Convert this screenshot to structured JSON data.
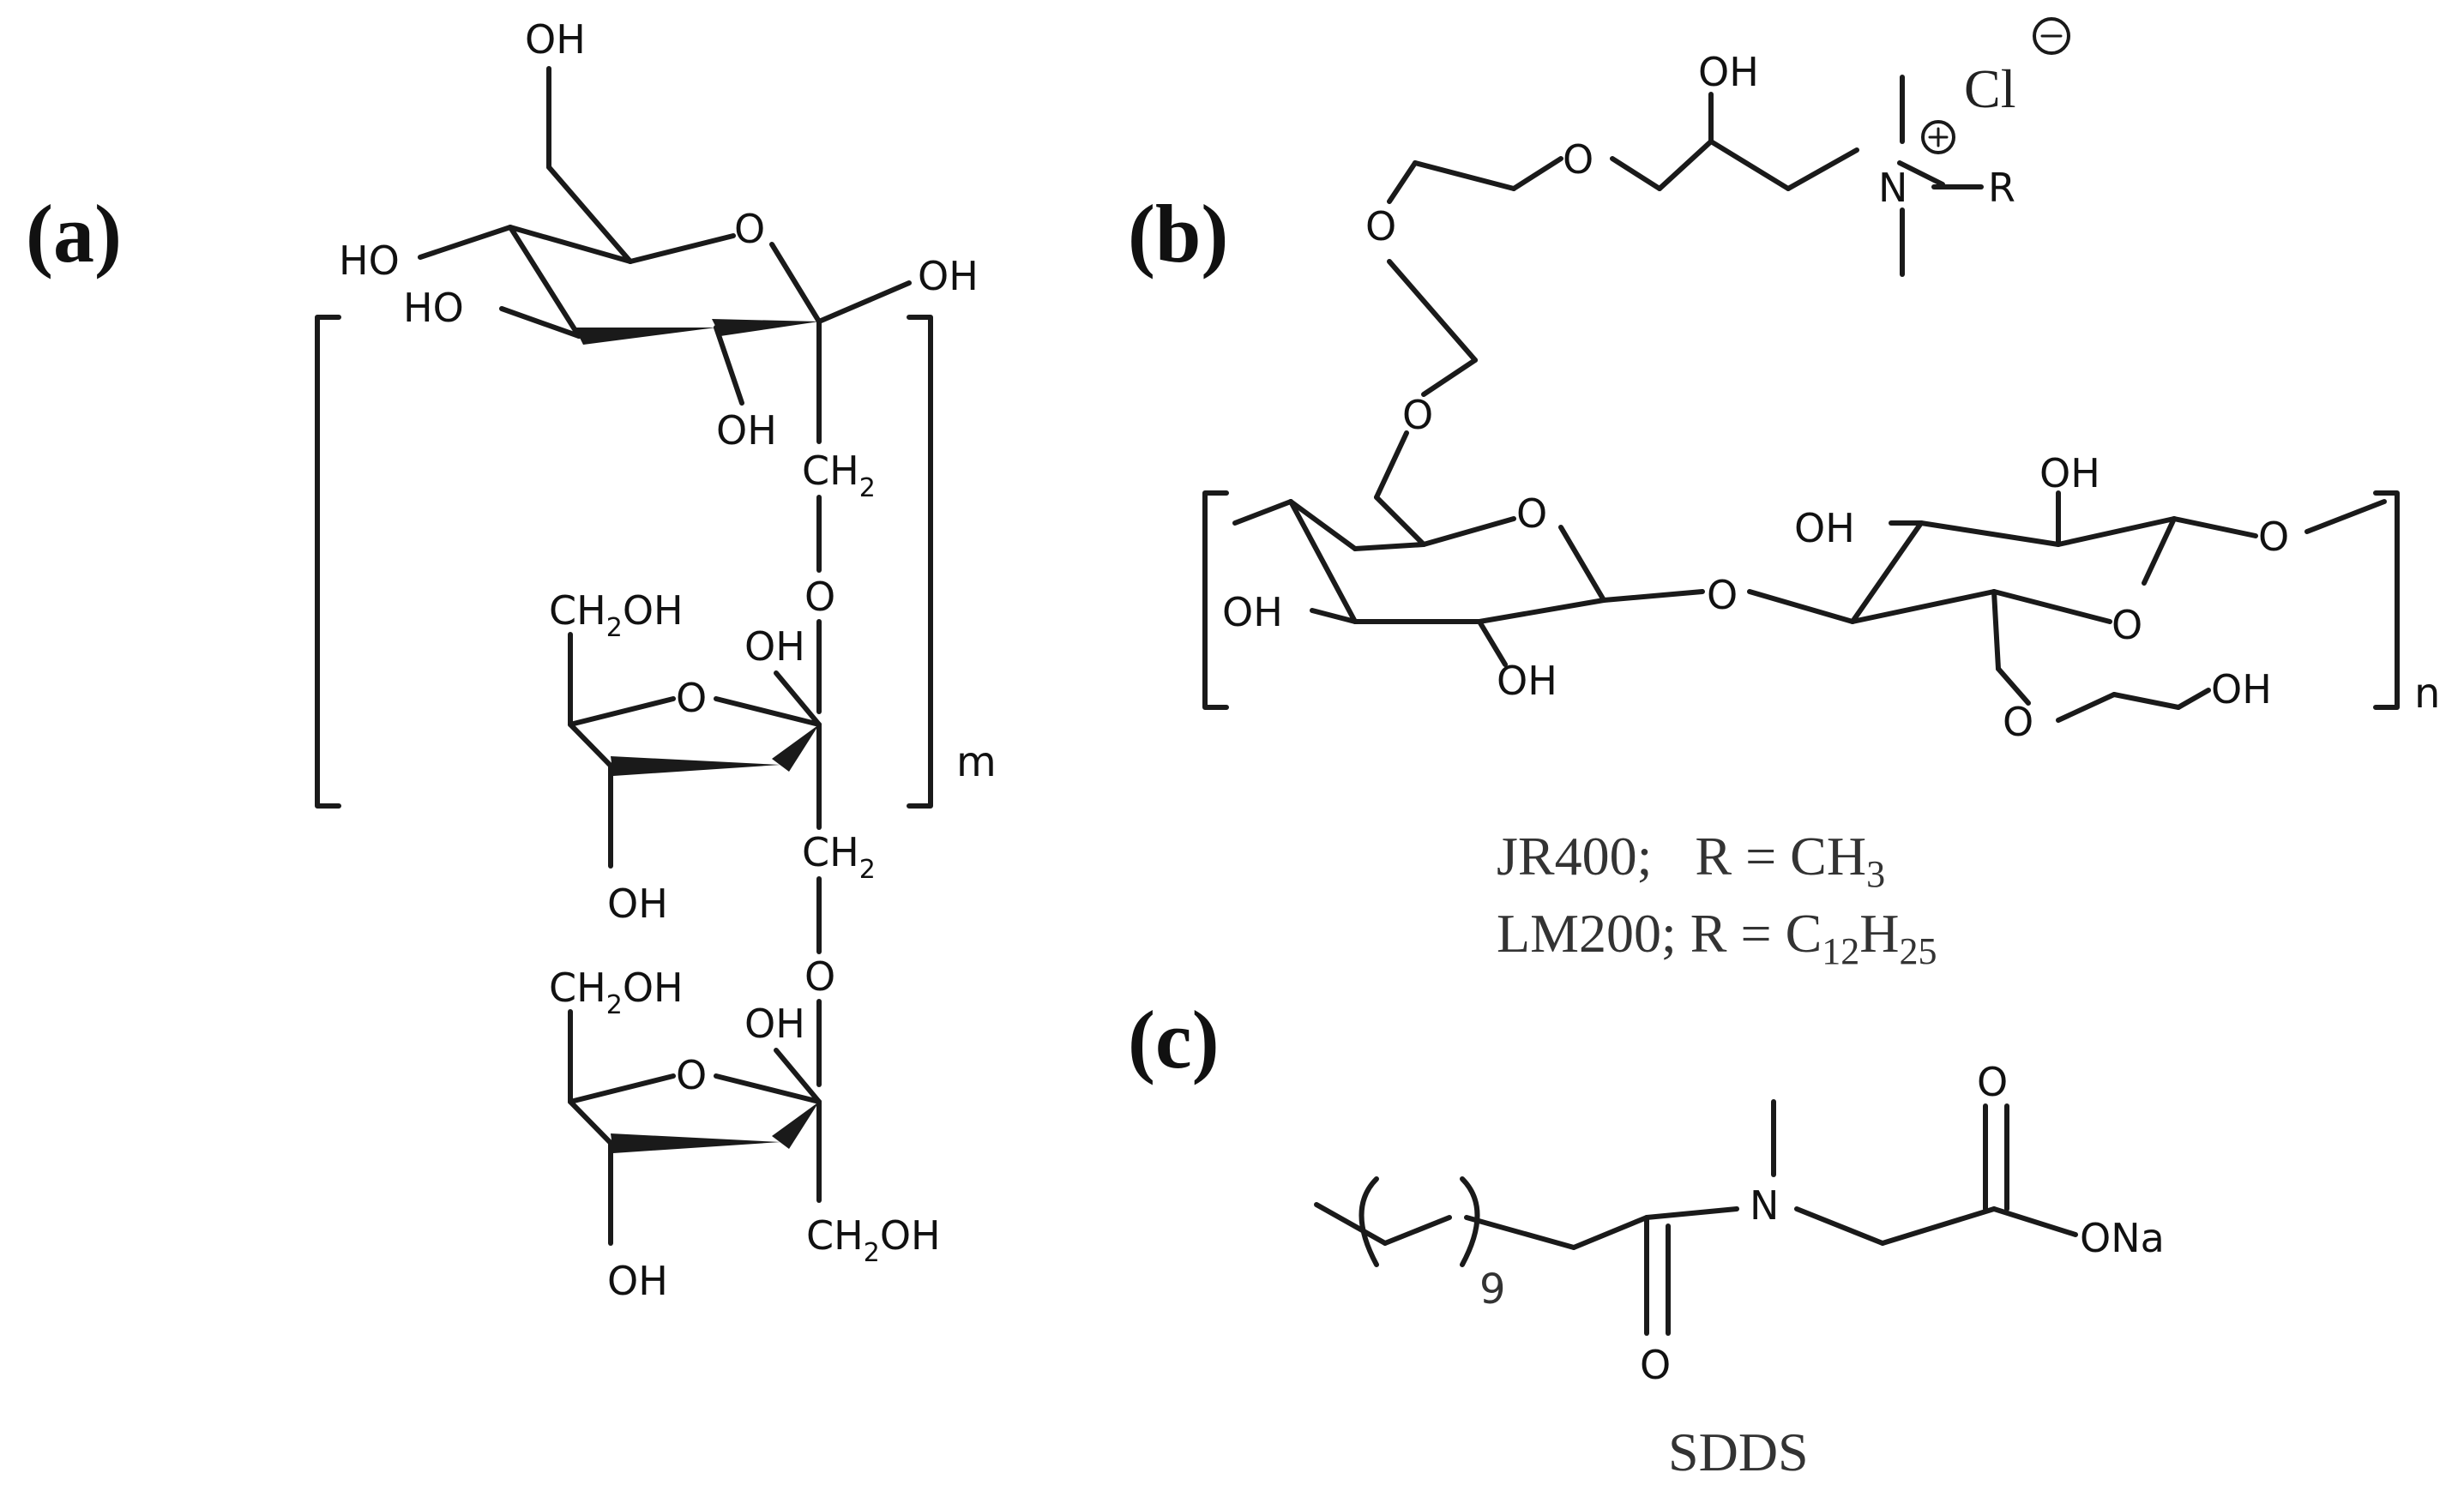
{
  "panels": {
    "a": "(a)",
    "b": "(b)",
    "c": "(c)"
  },
  "atoms": {
    "oh": "OH",
    "ho": "HO",
    "o": "O",
    "n": "N",
    "r": "R",
    "cl": "Cl",
    "ch2": "CH",
    "ch2oh_main": "CH",
    "ch2oh_tail": "OH",
    "subscript_2": "2",
    "ona": "ONa"
  },
  "repeat_indices": {
    "a": "m",
    "b": "n",
    "c": "9"
  },
  "captions": {
    "jr400_name": "JR400;",
    "jr400_r": "R = CH",
    "jr400_sub": "3",
    "lm200_name": "LM200;",
    "lm200_r": "R = C",
    "lm200_sub1": "12",
    "lm200_h": "H",
    "lm200_sub2": "25",
    "sdds": "SDDS"
  },
  "colors": {
    "ink": "#1a1a1a",
    "caption": "#333333"
  }
}
